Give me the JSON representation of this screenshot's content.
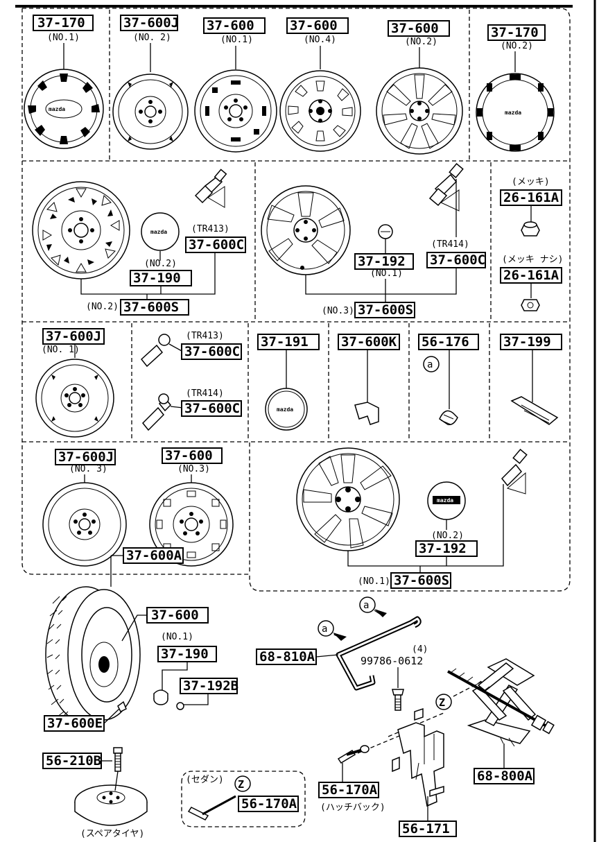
{
  "labels": {
    "hubcap_no1": {
      "part": "37-170",
      "variant": "(NO.1)"
    },
    "wheel_600j_no2": {
      "part": "37-600J",
      "variant": "(NO. 2)"
    },
    "wheel_600_no1": {
      "part": "37-600",
      "variant": "(NO.1)"
    },
    "wheel_600_no4": {
      "part": "37-600",
      "variant": "(NO.4)"
    },
    "alloy_600_no2": {
      "part": "37-600",
      "variant": "(NO.2)"
    },
    "hubcap_no2": {
      "part": "37-170",
      "variant": "(NO.2)"
    },
    "tr413_a": {
      "type": "(TR413)",
      "part": "37-600C"
    },
    "cap_190": {
      "variant": "(NO.2)",
      "part": "37-190"
    },
    "set_600s_no2": {
      "variant": "(NO.2)",
      "part": "37-600S"
    },
    "tr414_a": {
      "type": "(TR414)",
      "part": "37-600C"
    },
    "cap_192_no1": {
      "part": "37-192",
      "variant": "(NO.1)"
    },
    "set_600s_no3": {
      "variant": "(NO.3)",
      "part": "37-600S"
    },
    "nut_plated": {
      "note": "(メッキ)",
      "part": "26-161A"
    },
    "nut_unplated": {
      "note": "(メッキ ナシ)",
      "part": "26-161A"
    },
    "wheel_600j_no1": {
      "part": "37-600J",
      "variant": "(NO. 1)"
    },
    "tr413_b": {
      "type": "(TR413)",
      "part": "37-600C"
    },
    "tr414_b": {
      "type": "(TR414)",
      "part": "37-600C"
    },
    "cap_191": {
      "part": "37-191"
    },
    "clip_600k": {
      "part": "37-600K"
    },
    "part_176": {
      "part": "56-176",
      "ref": "a"
    },
    "part_199": {
      "part": "37-199"
    },
    "wheel_600j_no3": {
      "part": "37-600J",
      "variant": "(NO. 3)"
    },
    "wheel_600_no3": {
      "part": "37-600",
      "variant": "(NO.3)"
    },
    "cap_192_no2": {
      "variant": "(NO.2)",
      "part": "37-192"
    },
    "set_600s_no1": {
      "variant": "(NO.1)",
      "part": "37-600S"
    },
    "tire_600a": {
      "part": "37-600A"
    },
    "tire_wheel_600": {
      "part": "37-600"
    },
    "tire_cap_190": {
      "variant": "(NO.1)",
      "part": "37-190"
    },
    "tire_cap_192b": {
      "part": "37-192B"
    },
    "tire_600e": {
      "part": "37-600E"
    },
    "handle_810a": {
      "part": "68-810A",
      "ref1": "a",
      "ref2": "a"
    },
    "bolt_99786": {
      "qty": "(4)",
      "part": "99786-0612"
    },
    "jack_800a": {
      "part": "68-800A",
      "ref": "Z"
    },
    "bolt_210b": {
      "part": "56-210B",
      "note": "(スペアタイヤ)"
    },
    "sedan_170a": {
      "note": "(セダン)",
      "ref": "Z",
      "part": "56-170A"
    },
    "hatch_170a": {
      "part": "56-170A",
      "note": "(ハッチバック)"
    },
    "bracket_171": {
      "part": "56-171"
    }
  },
  "logos": {
    "brand": "mazda"
  }
}
